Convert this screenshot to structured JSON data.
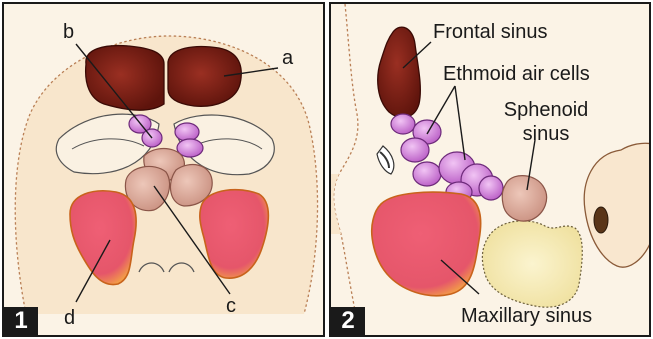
{
  "panels": [
    {
      "number": "1",
      "labels": {
        "a": "a",
        "b": "b",
        "c": "c",
        "d": "d"
      }
    },
    {
      "number": "2",
      "labels": {
        "frontal": "Frontal sinus",
        "ethmoid": "Ethmoid air cells",
        "sphenoid_line1": "Sphenoid",
        "sphenoid_line2": "sinus",
        "maxillary": "Maxillary sinus"
      }
    }
  ],
  "colors": {
    "skin": "#f9e7cf",
    "frontal_sinus": "#7a1e14",
    "ethmoid": "#c97ad3",
    "sphenoid": "#d7a696",
    "maxillary": "#ea5a70",
    "maxillary_rim": "#f4a24a",
    "nasal_cavity": "#f6eab1"
  }
}
